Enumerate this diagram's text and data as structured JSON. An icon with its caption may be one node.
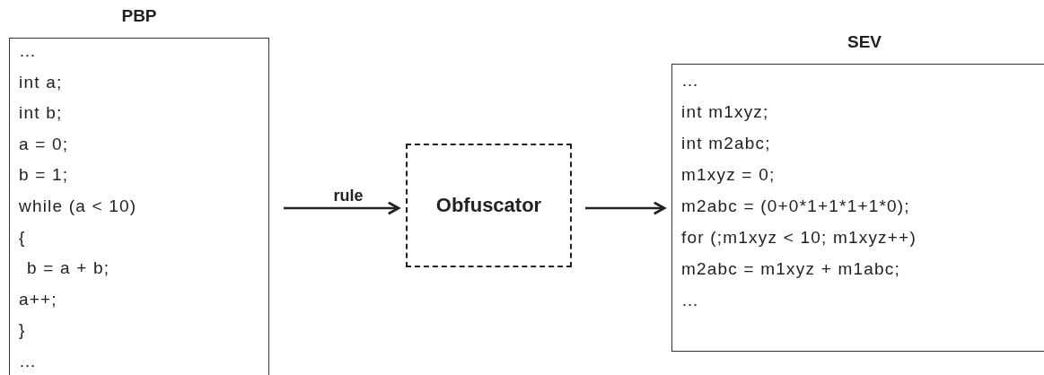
{
  "diagram": {
    "nodes": [
      {
        "text": [
          "PBP",
          "…",
          "int a;",
          "int b;",
          "a = 0;",
          "b = 1;",
          "while (a < 10)",
          "{",
          "b = a + b;",
          "a++;",
          "}",
          "…"
        ]
      },
      {
        "text": [
          "Obfuscator"
        ]
      },
      {
        "text": [
          "SEV",
          "…",
          "int m1xyz;",
          "int m2abc;",
          "m1xyz = 0;",
          "m2abc = (0+0*1+1*1+1*0);",
          "for (;m1xyz < 10; m1xyz++)",
          "m2abc = m1xyz + m1abc;",
          "…"
        ]
      }
    ],
    "edges": [
      {
        "from": 0,
        "to": 1,
        "arrow": "to",
        "label": "rule"
      },
      {
        "from": 1,
        "to": 2,
        "arrow": "to"
      }
    ]
  }
}
